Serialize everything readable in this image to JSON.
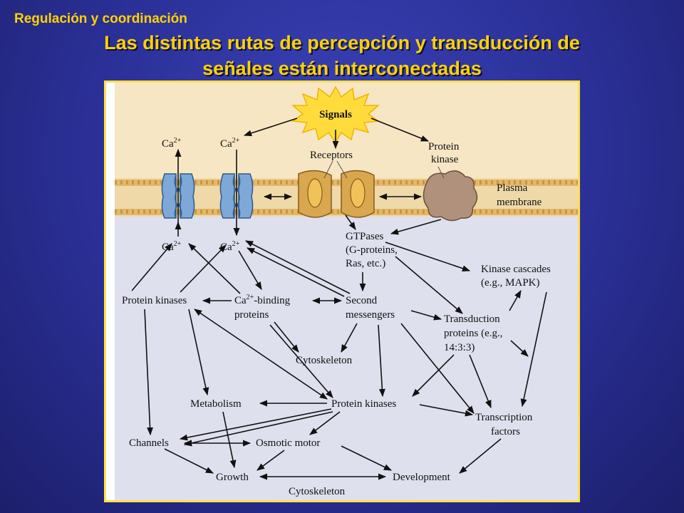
{
  "slide": {
    "section": "Regulación y coordinación",
    "title_line1": "Las distintas rutas de percepción y transducción de",
    "title_line2": "señales están interconectadas"
  },
  "colors": {
    "accent_yellow": "#ffd200",
    "extracellular": "#f7e6c4",
    "cytoplasm": "#dfe0ee",
    "membrane": "#e2b86a",
    "channel": "#7ea8d8",
    "receptor": "#d9a74e",
    "kinase": "#b0917c",
    "sun": "#ffdc3c"
  },
  "icons": [
    "calcium-channel-icon",
    "receptor-icon",
    "protein-kinase-icon",
    "signal-burst-icon"
  ],
  "diagram": {
    "signals": "Signals",
    "ca_top_1": "Ca",
    "ca_top_2": "Ca",
    "ca_bottom_1": "Ca",
    "ca_bottom_2": "Ca",
    "ca_sup": "2+",
    "receptors": "Receptors",
    "protein_kinase_ext_1": "Protein",
    "protein_kinase_ext_2": "kinase",
    "plasma_membrane_1": "Plasma",
    "plasma_membrane_2": "membrane",
    "gtpases_1": "GTPases",
    "gtpases_2": "(G-proteins,",
    "gtpases_3": "Ras, etc.)",
    "kinase_cascades_1": "Kinase cascades",
    "kinase_cascades_2": "(e.g., MAPK)",
    "protein_kinases_left": "Protein kinases",
    "ca_binding_pre": "Ca",
    "ca_binding_post": "-binding",
    "ca_binding_2": "proteins",
    "second_messengers_1": "Second",
    "second_messengers_2": "messengers",
    "transduction_1": "Transduction",
    "transduction_2": "proteins (e.g.,",
    "transduction_3": "14:3:3)",
    "cytoskeleton_mid": "Cytoskeleton",
    "metabolism": "Metabolism",
    "protein_kinases_center": "Protein kinases",
    "transcription_1": "Transcription",
    "transcription_2": "factors",
    "channels": "Channels",
    "osmotic_motor": "Osmotic motor",
    "growth": "Growth",
    "development": "Development",
    "cytoskeleton_bottom": "Cytoskeleton"
  }
}
